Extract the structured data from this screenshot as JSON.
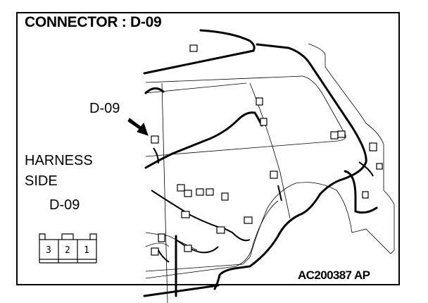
{
  "diagram": {
    "title": "CONNECTOR : D-09",
    "callout_label": "D-09",
    "harness_side": {
      "line1": "HARNESS",
      "line2": "SIDE",
      "connector_id": "D-09"
    },
    "connector_pins": [
      "3",
      "2",
      "1"
    ],
    "reference_code": "AC200387 AP",
    "colors": {
      "ink": "#000000",
      "background": "#ffffff"
    }
  }
}
